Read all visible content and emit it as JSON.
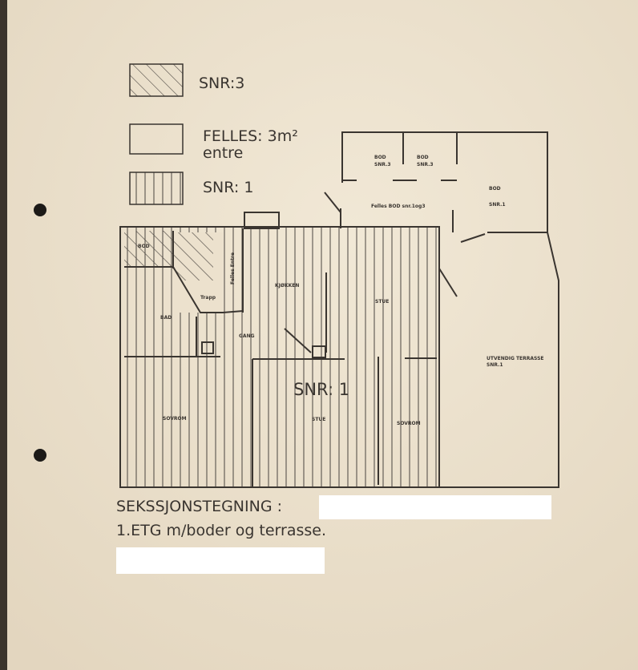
{
  "legend": {
    "items": [
      {
        "pattern": "diagonal-hatch",
        "label": "SNR:3"
      },
      {
        "pattern": "empty",
        "label": "FELLES: 3m²",
        "sublabel": "entre"
      },
      {
        "pattern": "vertical-lines",
        "label": "SNR: 1"
      }
    ]
  },
  "plan": {
    "rooms": {
      "bod_snr3_a": {
        "name": "BOD",
        "unit": "SNR.3"
      },
      "bod_snr3_b": {
        "name": "BOD",
        "unit": "SNR.3"
      },
      "bod_snr1": {
        "name": "BOD",
        "unit": "SNR.1"
      },
      "felles_bod": "Felles BOD snr.1og3",
      "bod_small": "BOD",
      "felles_entre": "Felles Entre",
      "trapp": "Trapp",
      "kjokken": "KJØKKEN",
      "stue_upper": "STUE",
      "bad": "BAD",
      "gang": "GANG",
      "soverom_left": "SOVROM",
      "stue_lower": "STUE",
      "soverom_right": "SOVROM",
      "terrasse": {
        "name": "UTVENDIG TERRASSE",
        "unit": "SNR.1"
      }
    },
    "center_label": "SNR: 1"
  },
  "footer": {
    "title": "SEKSSJONSTEGNING :",
    "subtitle": "1.ETG m/boder og terrasse."
  },
  "colors": {
    "paper": "#ece1cd",
    "ink": "#3a3530"
  }
}
